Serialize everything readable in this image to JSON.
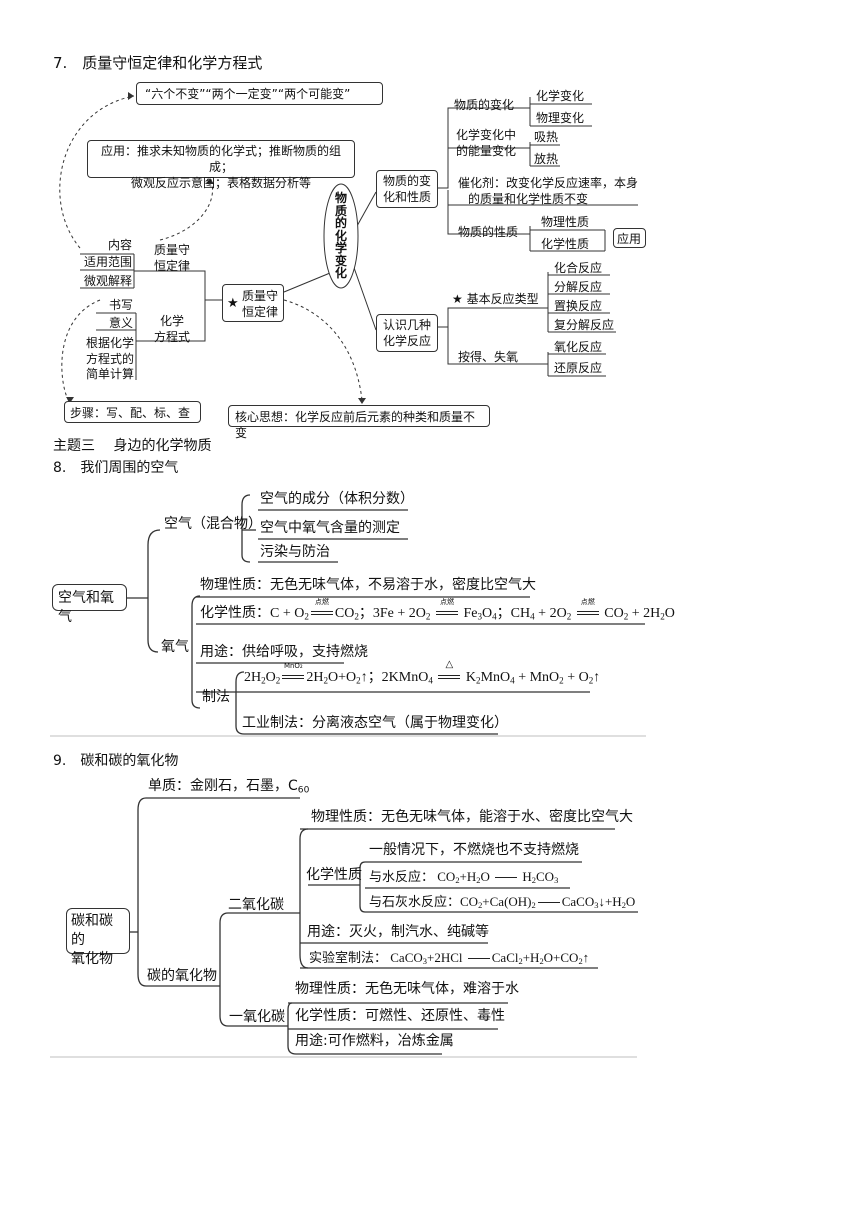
{
  "section7": {
    "title": "7.　质量守恒定律和化学方程式",
    "top_box": "“六个不变”“两个一定变”“两个可能变”",
    "app_box_line1": "应用：推求未知物质的化学式；推断物质的组成；",
    "app_box_line2": "微观反应示意图；表格数据分析等",
    "left_items": [
      "内容",
      "适用范围",
      "微观解释"
    ],
    "mass_law_label_l1": "质量守",
    "mass_law_label_l2": "恒定律",
    "eq_items": [
      "书写",
      "意义"
    ],
    "calc_l1": "根据化学",
    "calc_l2": "方程式的",
    "calc_l3": "简单计算",
    "eq_label_l1": "化学",
    "eq_label_l2": "方程式",
    "steps_box": "步骤：写、配、标、查",
    "center_star": "★",
    "center_l1": "质量守",
    "center_l2": "恒定律",
    "core_box": "核心思想：化学反应前后元素的种类和质量不变",
    "ellipse_text": [
      "物",
      "质",
      "的",
      "化",
      "学",
      "变",
      "化"
    ],
    "change_box_l1": "物质的变",
    "change_box_l2": "化和性质",
    "material_change": "物质的变化",
    "chem_change": "化学变化",
    "phys_change": "物理变化",
    "energy_l1": "化学变化中",
    "energy_l2": "的能量变化",
    "absorb": "吸热",
    "release": "放热",
    "catalyst_l1": "催化剂：改变化学反应速率，本身",
    "catalyst_l2": "的质量和化学性质不变",
    "property": "物质的性质",
    "phys_prop": "物理性质",
    "chem_prop": "化学性质",
    "apply": "应用",
    "know_l1": "认识几种",
    "know_l2": "化学反应",
    "basic_types": "★ 基本反应类型",
    "types": [
      "化合反应",
      "分解反应",
      "置换反应",
      "复分解反应"
    ],
    "oxygen_gain": "按得、失氧",
    "ox_types": [
      "氧化反应",
      "还原反应"
    ]
  },
  "theme3": "主题三　 身边的化学物质",
  "section8": {
    "title": "8.　我们周围的空气",
    "root": "空气和氧气",
    "air": "空气（混合物）",
    "air_items": [
      "空气的成分（体积分数）",
      "空气中氧气含量的测定",
      "污染与防治"
    ],
    "oxygen": "氧气",
    "phys": "物理性质：无色无味气体，不易溶于水，密度比空气大",
    "chem_label": "化学性质：",
    "cond_ignite": "点燃",
    "cond_mno2": "MnO₂",
    "cond_heat": "△",
    "use": "用途：供给呼吸，支持燃烧",
    "prep": "制法",
    "industry": "工业制法：分离液态空气（属于物理变化）"
  },
  "section9": {
    "title": "9.　碳和碳的氧化物",
    "root_l1": "碳和碳的",
    "root_l2": "氧化物",
    "element_label": "单质：金刚石，石墨，C",
    "element_sub": "60",
    "oxides": "碳的氧化物",
    "co2": "二氧化碳",
    "co2_phys": "物理性质：无色无味气体，能溶于水、密度比空气大",
    "co2_chem": "化学性质",
    "co2_chem1": "一般情况下，不燃烧也不支持燃烧",
    "co2_water_label": "与水反应：",
    "co2_lime_label": "与石灰水反应：",
    "co2_use": "用途：灭火，制汽水、纯碱等",
    "co2_lab": "实验室制法：",
    "co": "一氧化碳",
    "co_phys": "物理性质：无色无味气体，难溶于水",
    "co_chem": "化学性质：可燃性、还原性、毒性",
    "co_use": "用途:可作燃料，冶炼金属"
  }
}
